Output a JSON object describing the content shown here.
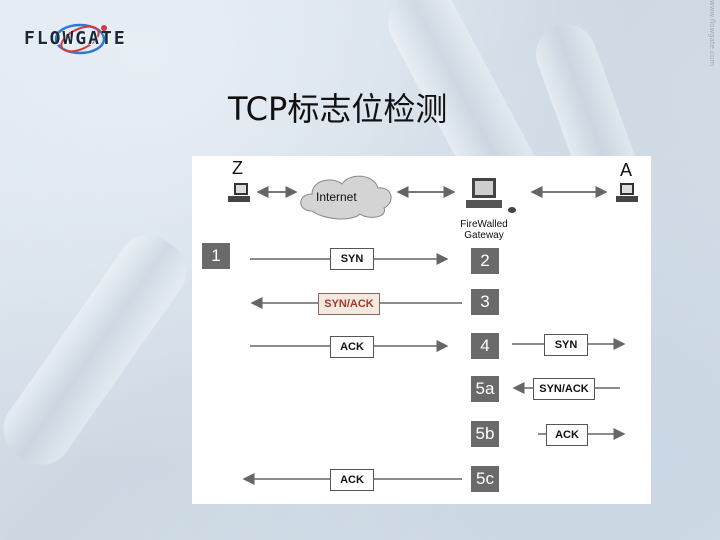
{
  "logo": {
    "text": "FLOWGATE"
  },
  "side_note": "www.flowgate.com",
  "title": "TCP标志位检测",
  "diagram": {
    "node_z": "Z",
    "node_a": "A",
    "internet": "Internet",
    "gateway_line1": "FireWalled",
    "gateway_line2": "Gateway",
    "steps": [
      "1",
      "2",
      "3",
      "4",
      "5a",
      "5b",
      "5c"
    ],
    "messages": {
      "syn_left": "SYN",
      "synack_left": "SYN/ACK",
      "ack_left": "ACK",
      "syn_right": "SYN",
      "synack_right": "SYN/ACK",
      "ack_right": "ACK",
      "ack_final": "ACK"
    },
    "colors": {
      "highlight": "#a03a2a",
      "step_box": "#6a6a6a"
    }
  }
}
